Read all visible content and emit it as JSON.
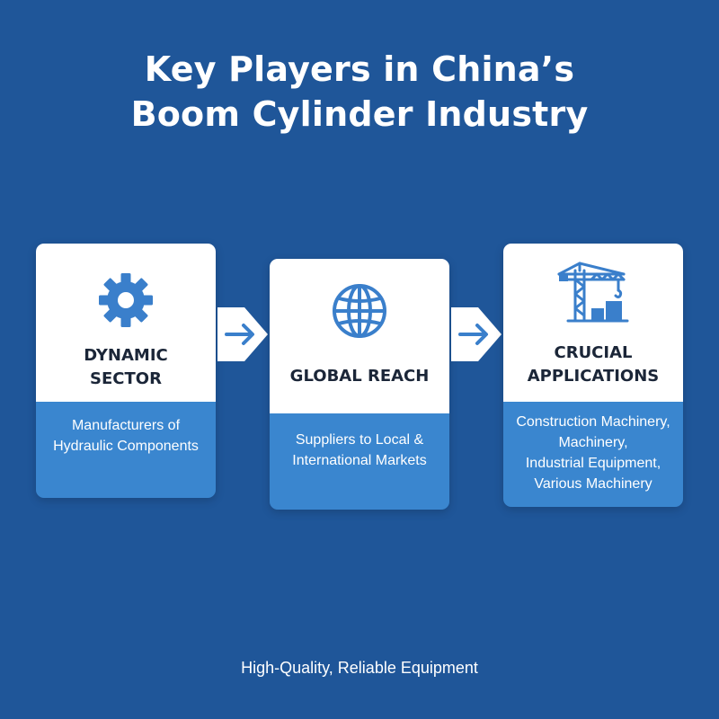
{
  "title": {
    "line1": "Key Players in China’s",
    "line2": "Boom Cylinder Industry"
  },
  "colors": {
    "background": "#1f5699",
    "card_top": "#ffffff",
    "card_bottom": "#3a86cf",
    "icon": "#3a7fcb",
    "heading_text": "#1b2638"
  },
  "cards": [
    {
      "icon": "gear-icon",
      "heading_line1": "DYNAMIC",
      "heading_line2": "SECTOR",
      "desc_line1": "Manufacturers of",
      "desc_line2": "Hydraulic Components"
    },
    {
      "icon": "globe-icon",
      "heading_line1": "GLOBAL REACH",
      "desc_line1": "Suppliers to Local &",
      "desc_line2": "International Markets"
    },
    {
      "icon": "crane-icon",
      "heading_line1": "CRUCIAL",
      "heading_line2": "APPLICATIONS",
      "desc_line1": "Construction Machinery,",
      "desc_line2": "Machinery,",
      "desc_line3": "Industrial Equipment,",
      "desc_line4": "Various Machinery"
    }
  ],
  "arrows": [
    "arrow-right-icon",
    "arrow-right-icon"
  ],
  "footer": "High-Quality, Reliable Equipment"
}
